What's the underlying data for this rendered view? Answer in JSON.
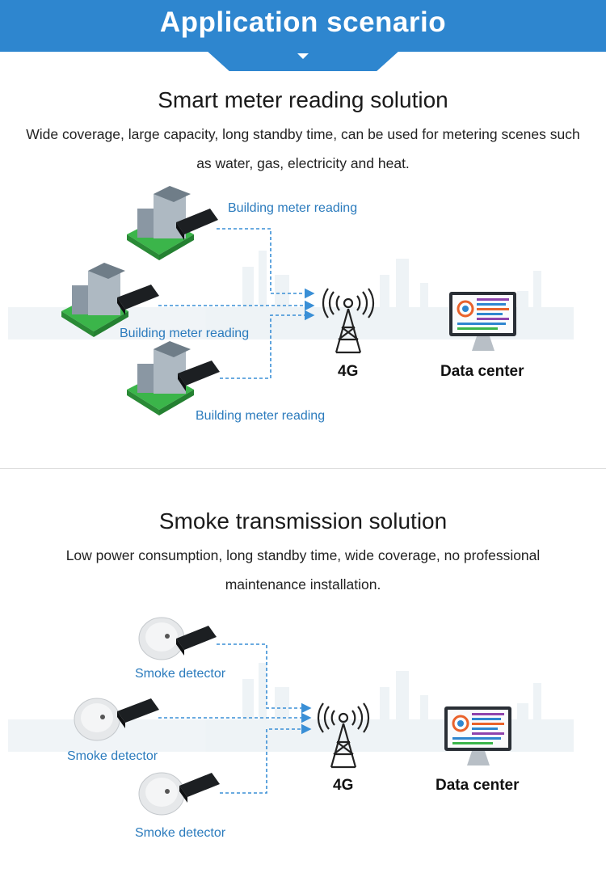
{
  "header": {
    "title": "Application scenario"
  },
  "meter_section": {
    "title": "Smart meter reading solution",
    "description": "Wide coverage, large capacity, long standby time, can be used for metering scenes such as water, gas, electricity and heat.",
    "nodes": [
      "Building meter reading",
      "Building meter reading",
      "Building meter reading"
    ],
    "tower_label": "4G",
    "center_label": "Data center"
  },
  "smoke_section": {
    "title": "Smoke transmission solution",
    "description": "Low power consumption, long standby time, wide coverage, no professional maintenance installation.",
    "nodes": [
      "Smoke detector",
      "Smoke detector",
      "Smoke detector"
    ],
    "tower_label": "4G",
    "center_label": "Data center"
  },
  "colors": {
    "accent": "#2e86cf",
    "label": "#2b7bbd",
    "line": "#3a8fd6"
  }
}
